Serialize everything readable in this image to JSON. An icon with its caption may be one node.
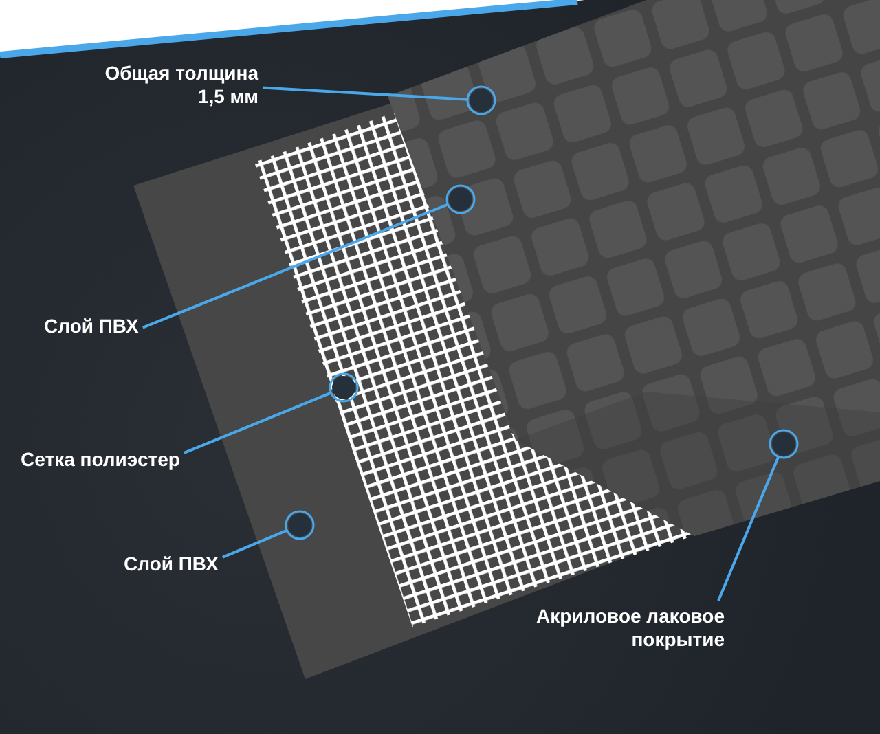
{
  "diagram": {
    "nodes": [
      {
        "text": [
          "Общая толщина 1,5 мм"
        ]
      },
      {
        "text": [
          "Слой ПВХ"
        ]
      },
      {
        "text": [
          "Сетка полиэстер"
        ]
      },
      {
        "text": [
          "Слой ПВХ"
        ]
      },
      {
        "text": [
          "Акриловое лаковое покрытие"
        ]
      },
      {
        "text": [],
        "shape": "circle"
      },
      {
        "text": [],
        "shape": "circle"
      },
      {
        "text": [],
        "shape": "circle"
      },
      {
        "text": [],
        "shape": "circle"
      },
      {
        "text": [],
        "shape": "circle"
      }
    ],
    "edges": [
      {
        "from": 0,
        "to": 5,
        "arrow": "none"
      },
      {
        "from": 1,
        "to": 6,
        "arrow": "none"
      },
      {
        "from": 2,
        "to": 7,
        "arrow": "none"
      },
      {
        "from": 3,
        "to": 8,
        "arrow": "none"
      },
      {
        "from": 4,
        "to": 9,
        "arrow": "none"
      }
    ]
  }
}
